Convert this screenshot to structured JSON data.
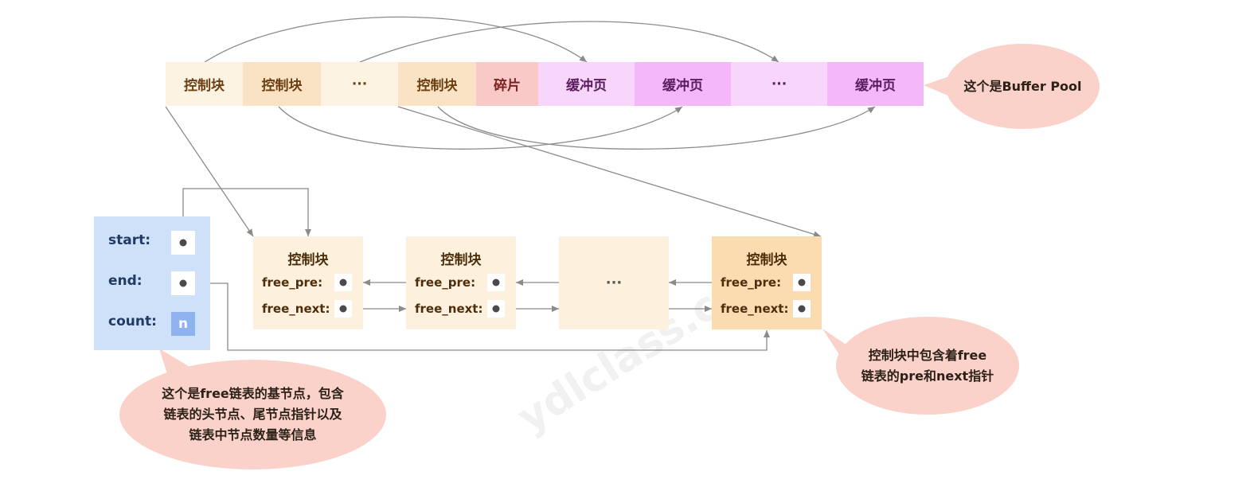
{
  "buffer_pool": {
    "cells": [
      "控制块",
      "控制块",
      "···",
      "控制块",
      "碎片",
      "缓冲页",
      "缓冲页",
      "···",
      "缓冲页"
    ],
    "callout": "这个是Buffer Pool"
  },
  "free_list_base": {
    "start_label": "start:",
    "end_label": "end:",
    "count_label": "count:",
    "count_value": "n",
    "callout": [
      "这个是free链表的基节点，包含",
      "链表的头节点、尾节点指针以及",
      "链表中节点数量等信息"
    ]
  },
  "nodes": [
    {
      "title": "控制块",
      "pre_label": "free_pre:",
      "next_label": "free_next:"
    },
    {
      "title": "控制块",
      "pre_label": "free_pre:",
      "next_label": "free_next:"
    },
    {
      "title": "···"
    },
    {
      "title": "控制块",
      "pre_label": "free_pre:",
      "next_label": "free_next:"
    }
  ],
  "node_callout": [
    "控制块中包含着free",
    "链表的pre和next指针"
  ],
  "watermark": "ydlclass.com",
  "colors": {
    "control_block": "#fae3c5",
    "fragment": "#f9c9c7",
    "buffer_page": "#f4b8f9",
    "base_node": "#cfe0f9",
    "callout": "#fbd2ca",
    "arrow": "#8a8a8a"
  }
}
